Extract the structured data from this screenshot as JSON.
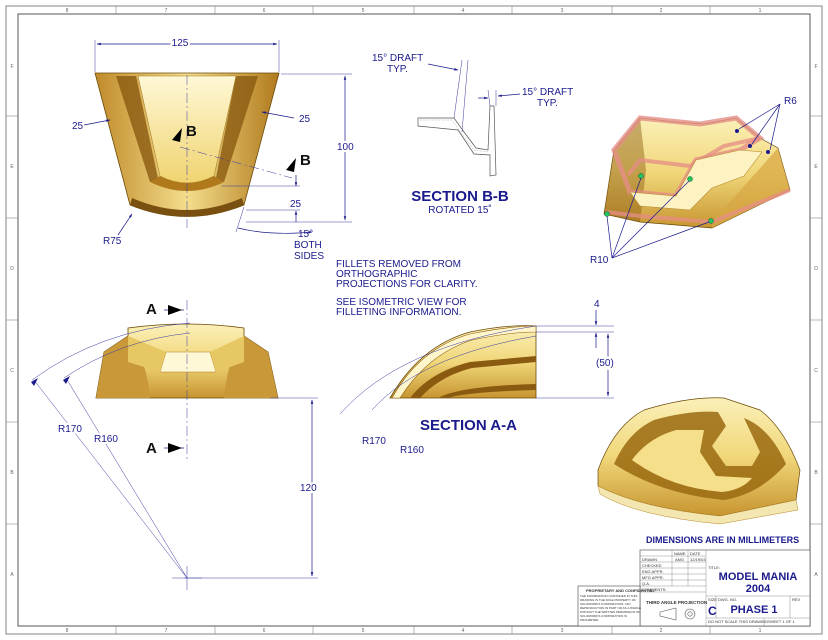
{
  "border": {
    "columns_top": [
      "8",
      "7",
      "6",
      "5",
      "4",
      "3",
      "2",
      "1"
    ],
    "columns_bottom": [
      "8",
      "7",
      "6",
      "5",
      "4",
      "3",
      "2",
      "1"
    ],
    "rows": [
      "F",
      "E",
      "D",
      "C",
      "B",
      "A"
    ]
  },
  "top_view": {
    "dim_width": "125",
    "dim_wall_left": "25",
    "dim_wall_right": "25",
    "dim_height": "100",
    "dim_bottom": "25",
    "dim_radius": "R75",
    "dim_angle": "15°",
    "angle_note_1": "BOTH",
    "angle_note_2": "SIDES",
    "section_mark": "B"
  },
  "section_bb": {
    "draft_left_1": "15° DRAFT",
    "draft_left_2": "TYP.",
    "draft_right_1": "15° DRAFT",
    "draft_right_2": "TYP.",
    "title": "SECTION B-B",
    "subtitle": "ROTATED 15˚"
  },
  "iso_top": {
    "label_r6": "R6",
    "label_r10": "R10"
  },
  "notes": {
    "line1": "FILLETS REMOVED FROM",
    "line2": "ORTHOGRAPHIC",
    "line3": "PROJECTIONS FOR CLARITY.",
    "line4": "SEE ISOMETRIC VIEW FOR",
    "line5": "FILLETING INFORMATION."
  },
  "front_view": {
    "section_mark": "A",
    "dim_r170": "R170",
    "dim_r160": "R160",
    "dim_height": "120"
  },
  "section_aa": {
    "title": "SECTION A-A",
    "dim_thickness": "4",
    "dim_height": "(50)",
    "dim_r170": "R170",
    "dim_r160": "R160"
  },
  "title_block": {
    "units_note": "DIMENSIONS ARE IN MILLIMETERS",
    "col_name": "NAME",
    "col_date": "DATE",
    "row_drawn": "DRAWN",
    "drawn_name": "AMG",
    "drawn_date": "12/19/03",
    "row_checked": "CHECKED",
    "row_eng": "ENG APPR.",
    "row_mfg": "MFG APPR.",
    "row_qa": "Q.A.",
    "row_comments": "COMMENTS:",
    "title_label": "TITLE:",
    "title_1": "MODEL MANIA",
    "title_2": "2004",
    "size_label": "SIZE",
    "size": "C",
    "dwg_label": "DWG. NO.",
    "dwg_no": "PHASE 1",
    "rev_label": "REV",
    "scale_note": "DO NOT SCALE THIS DRAWING",
    "sheet": "SHEET 1 OF 1",
    "projection": "THIRD ANGLE PROJECTION",
    "prop_title": "PROPRIETARY AND CONFIDENTIAL",
    "prop_1": "THE INFORMATION CONTAINED IN THIS",
    "prop_2": "DRAWING IS THE SOLE PROPERTY OF",
    "prop_3": "SOLIDWORKS CORPORATION. ANY",
    "prop_4": "REPRODUCTION IN PART OR AS A WHOLE",
    "prop_5": "WITHOUT THE WRITTEN PERMISSION OF",
    "prop_6": "SOLIDWORKS CORPORATION IS",
    "prop_7": "PROHIBITED."
  },
  "colors": {
    "ink": "#1a1a8c",
    "part_light": "#f7e9a0",
    "part_mid": "#e0b84a",
    "part_dark": "#9a6a10",
    "fillet": "#e89a8a"
  }
}
